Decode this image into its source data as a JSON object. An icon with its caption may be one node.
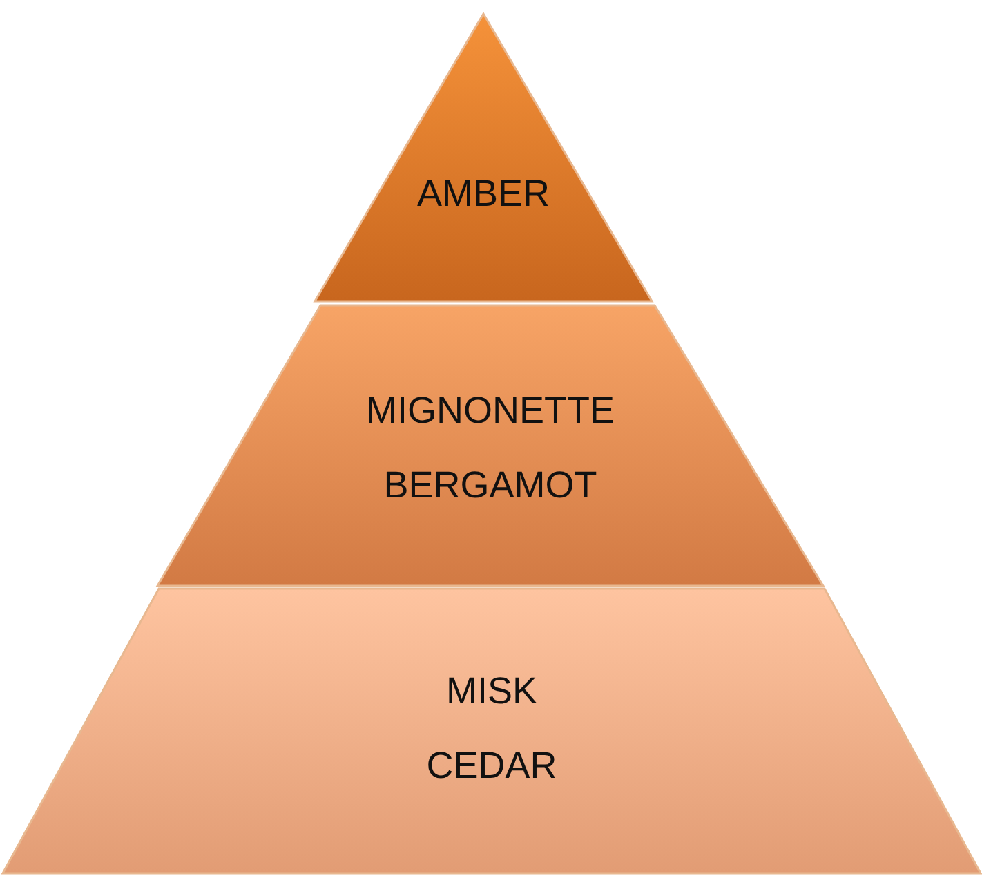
{
  "diagram": {
    "nodes": [
      {
        "text": [
          "AMBER"
        ]
      },
      {
        "text": [
          "MIGNONETTE",
          "BERGAMOT"
        ]
      },
      {
        "text": [
          "MISK",
          "CEDAR"
        ]
      }
    ]
  }
}
